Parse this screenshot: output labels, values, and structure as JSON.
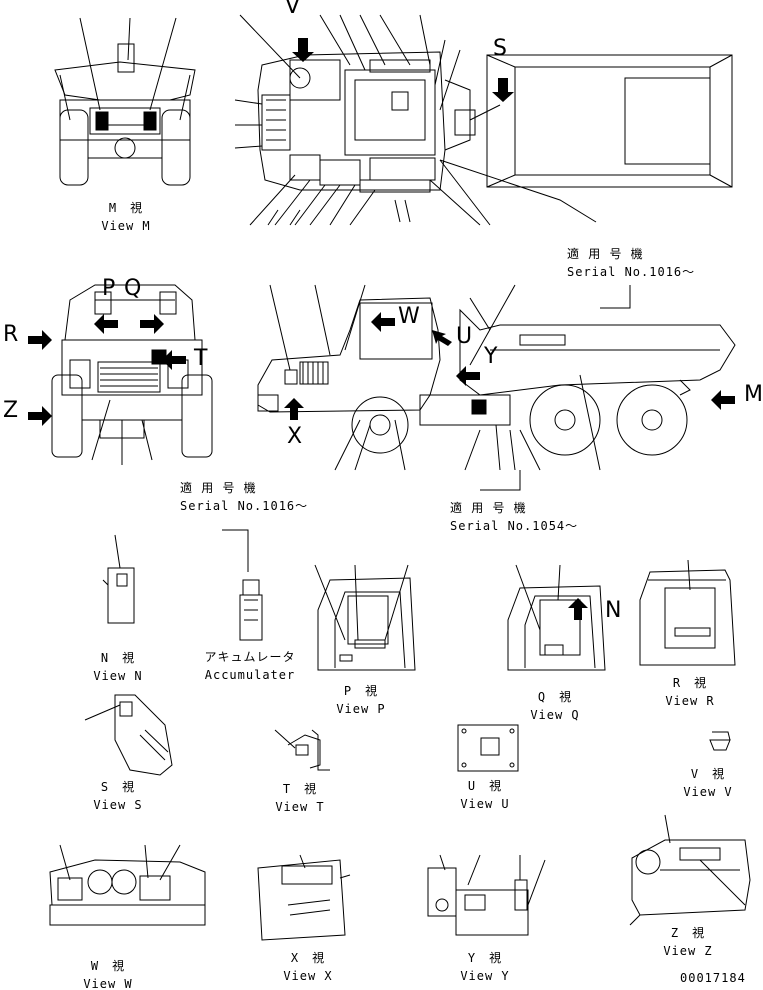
{
  "views": {
    "m": {
      "jp": "M　視",
      "en": "View M"
    },
    "n": {
      "jp": "N　視",
      "en": "View N"
    },
    "p": {
      "jp": "P　視",
      "en": "View P"
    },
    "q": {
      "jp": "Q　視",
      "en": "View Q"
    },
    "r": {
      "jp": "R　視",
      "en": "View R"
    },
    "s": {
      "jp": "S　視",
      "en": "View S"
    },
    "t": {
      "jp": "T　視",
      "en": "View T"
    },
    "u": {
      "jp": "U　視",
      "en": "View U"
    },
    "v": {
      "jp": "V　視",
      "en": "View V"
    },
    "w": {
      "jp": "W　視",
      "en": "View W"
    },
    "x": {
      "jp": "X　視",
      "en": "View X"
    },
    "y": {
      "jp": "Y　視",
      "en": "View Y"
    },
    "z": {
      "jp": "Z　視",
      "en": "View Z"
    }
  },
  "accumulator": {
    "jp": "アキュムレータ",
    "en": "Accumulater"
  },
  "serials": {
    "top": {
      "jp": "適 用 号 機",
      "en": "Serial No.1016～"
    },
    "left": {
      "jp": "適 用 号 機",
      "en": "Serial No.1016～"
    },
    "middle": {
      "jp": "適 用 号 機",
      "en": "Serial No.1054～"
    }
  },
  "letters": {
    "V": "V",
    "S": "S",
    "P": "P",
    "Q": "Q",
    "R": "R",
    "Z": "Z",
    "T": "T",
    "W": "W",
    "U": "U",
    "Y": "Y",
    "X": "X",
    "M": "M",
    "N": "N"
  },
  "drawing_number": "00017184"
}
